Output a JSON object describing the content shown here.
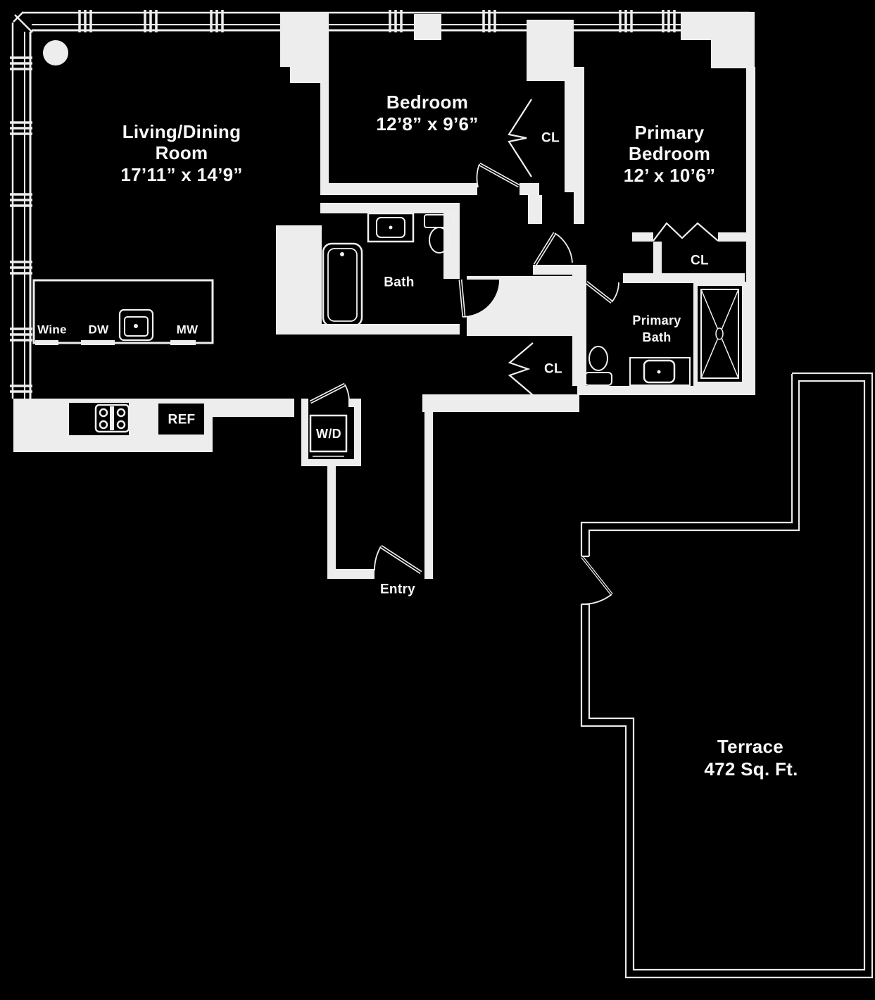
{
  "colors": {
    "background": "#000000",
    "walls": "#ededed",
    "fixtures": "#f0f0f0",
    "text": "#f7f7f7"
  },
  "rooms": {
    "living_dining": {
      "line1": "Living/Dining",
      "line2": "Room",
      "dims": "17’11” x 14’9”"
    },
    "bedroom": {
      "name": "Bedroom",
      "dims": "12’8” x 9’6”"
    },
    "primary_bedroom": {
      "line1": "Primary",
      "line2": "Bedroom",
      "dims": "12’ x 10’6”"
    },
    "bath": {
      "name": "Bath"
    },
    "primary_bath": {
      "line1": "Primary",
      "line2": "Bath"
    },
    "entry": {
      "name": "Entry"
    },
    "terrace": {
      "name": "Terrace",
      "area": "472 Sq. Ft."
    }
  },
  "closets": {
    "bedroom": "CL",
    "hall": "CL",
    "primary": "CL"
  },
  "appliances": {
    "wine": "Wine",
    "dishwasher": "DW",
    "microwave": "MW",
    "refrigerator": "REF",
    "washer_dryer": "W/D"
  }
}
